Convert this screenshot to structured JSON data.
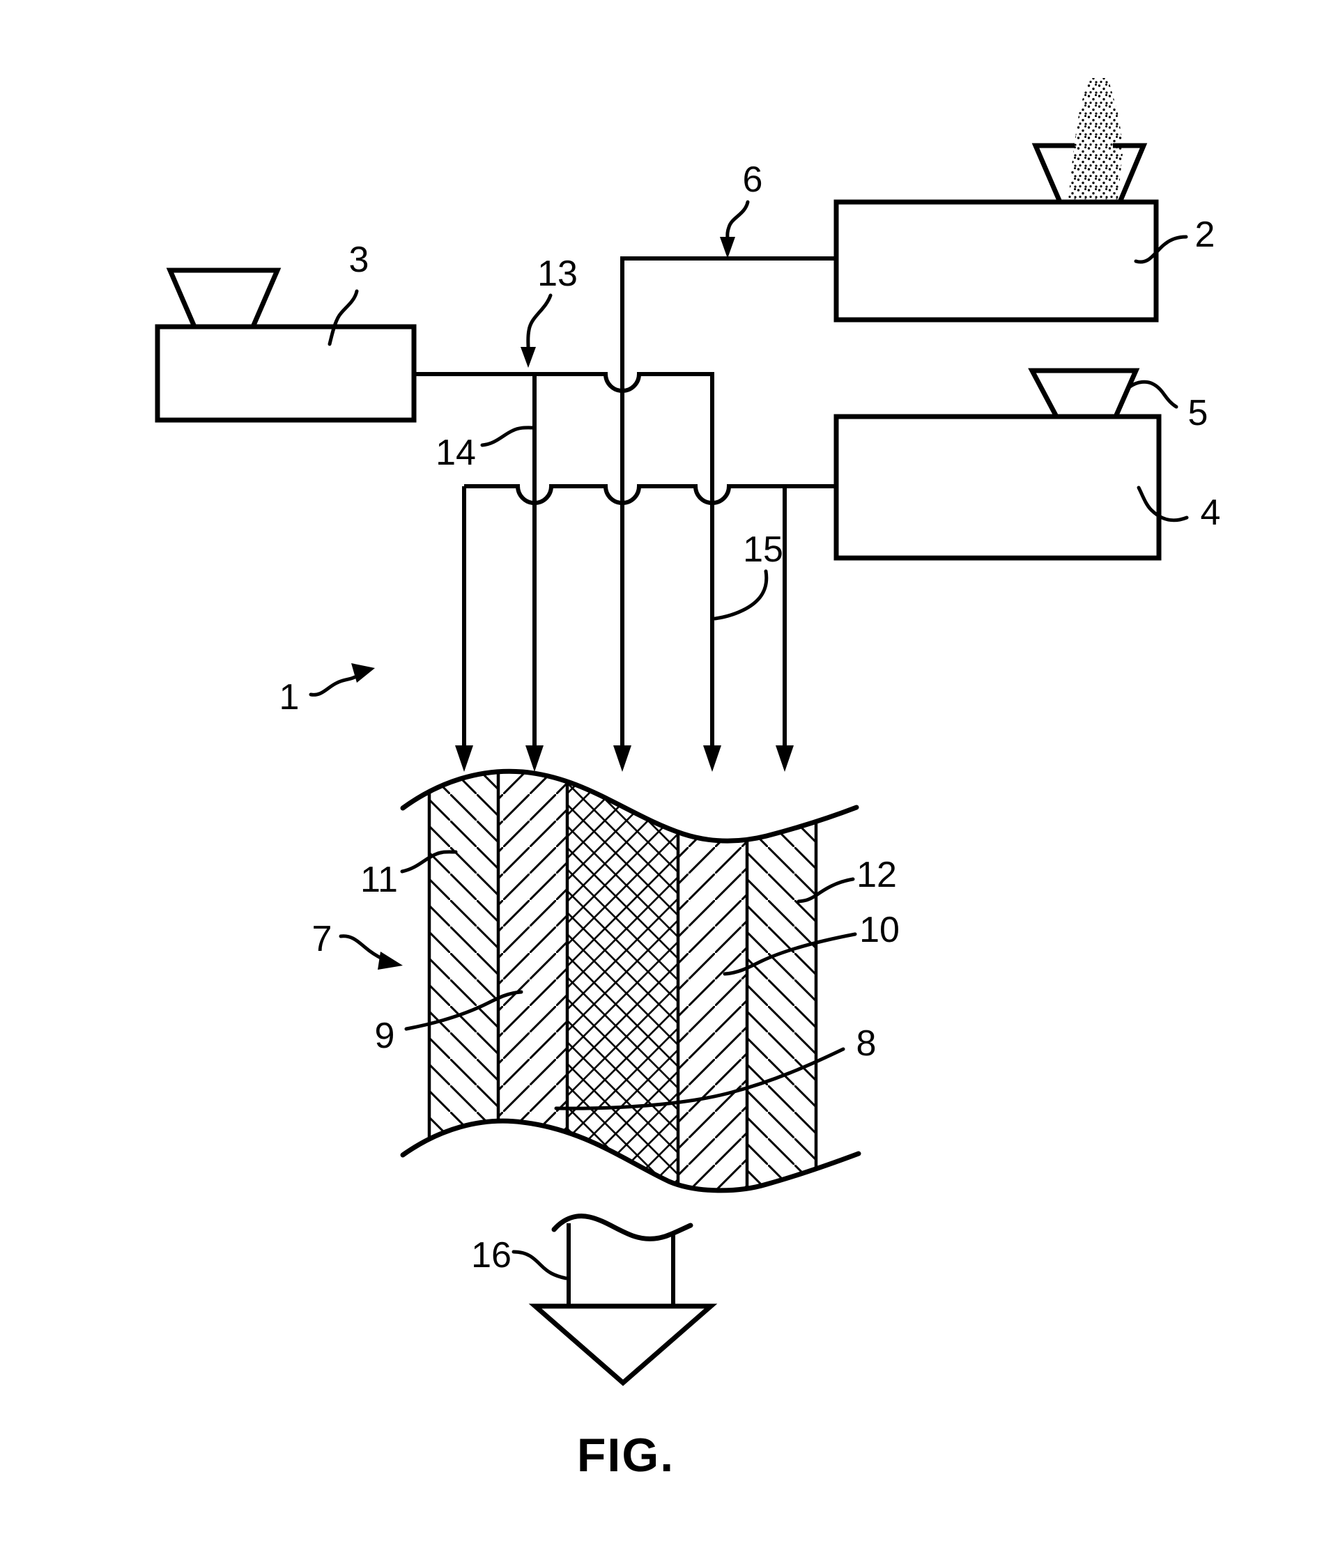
{
  "colors": {
    "ink": "#000000",
    "paper": "#ffffff"
  },
  "caption": "FIG.",
  "labels": {
    "n1": "1",
    "n2": "2",
    "n3": "3",
    "n4": "4",
    "n5": "5",
    "n6": "6",
    "n7": "7",
    "n8": "8",
    "n9": "9",
    "n10": "10",
    "n11": "11",
    "n12": "12",
    "n13": "13",
    "n14": "14",
    "n15": "15",
    "n16": "16"
  }
}
